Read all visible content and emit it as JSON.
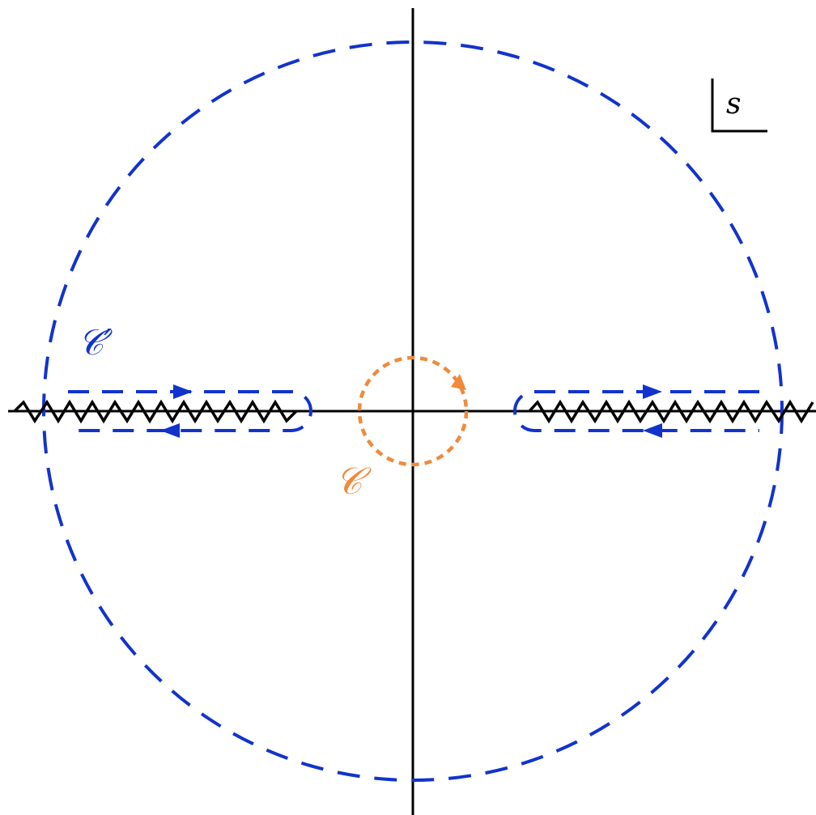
{
  "labels": {
    "plane": "s",
    "contour_inner": "𝒞",
    "contour_outer": "𝒞′"
  },
  "colors": {
    "axes": "#000000",
    "contour_outer": "#1133cc",
    "contour_inner": "#f08a3a",
    "branch_cut": "#000000"
  }
}
